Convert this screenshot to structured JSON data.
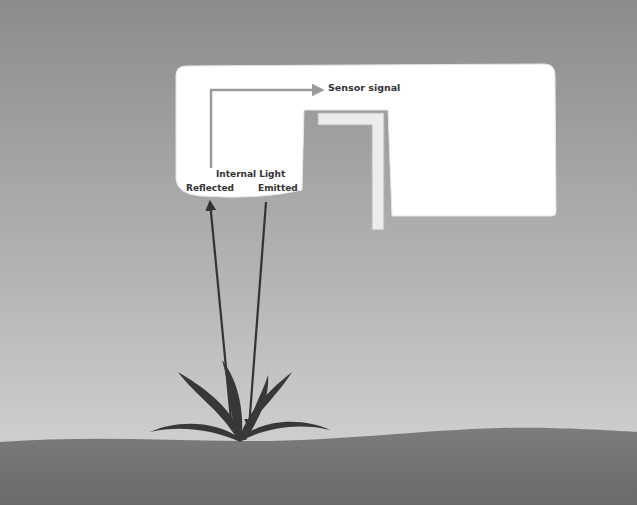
{
  "diagram": {
    "labels": [
      "Sensor signal",
      "Internal Light",
      "Reflected",
      "Emitted"
    ]
  }
}
